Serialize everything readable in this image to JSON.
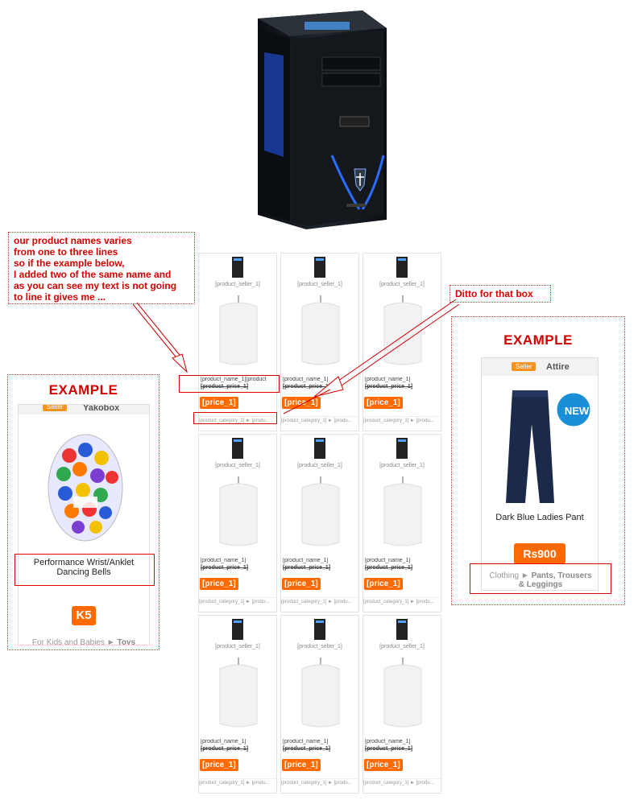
{
  "callout_left": {
    "lines": [
      "our product names varies",
      "from one to three lines",
      "so if the example below,",
      "I added two of the same name and",
      "as you can see my text is not going",
      "to line it gives me ..."
    ]
  },
  "callout_right": {
    "text": "Ditto for that box"
  },
  "example_left": {
    "title": "EXAMPLE",
    "seller_badge": "Seller",
    "seller_name": "Yakobox",
    "name_line1": "Performance Wrist/Anklet",
    "name_line2": "Dancing Bells",
    "price": "K5",
    "category_parent": "For Kids and Babies",
    "category_sep": "►",
    "category_child": "Toys"
  },
  "example_right": {
    "title": "EXAMPLE",
    "seller_badge": "Seller",
    "seller_name": "Attire",
    "new_badge": "NEW",
    "name": "Dark Blue Ladies Pant",
    "price": "Rs900",
    "category_parent": "Clothing",
    "category_sep": "►",
    "category_child": "Pants, Trousers & Leggings"
  },
  "grid": {
    "seller": "[product_seller_1]",
    "name_first": "[product_name_1][product",
    "name": "[product_name_1]",
    "price_struck": "[product_price_1]",
    "price_badge": "[price_1]",
    "category": "[product_category_1] ► [produ..."
  },
  "colors": {
    "accent": "#ff6a00",
    "annotation": "#d40000",
    "seller_badge": "#f7931e"
  }
}
